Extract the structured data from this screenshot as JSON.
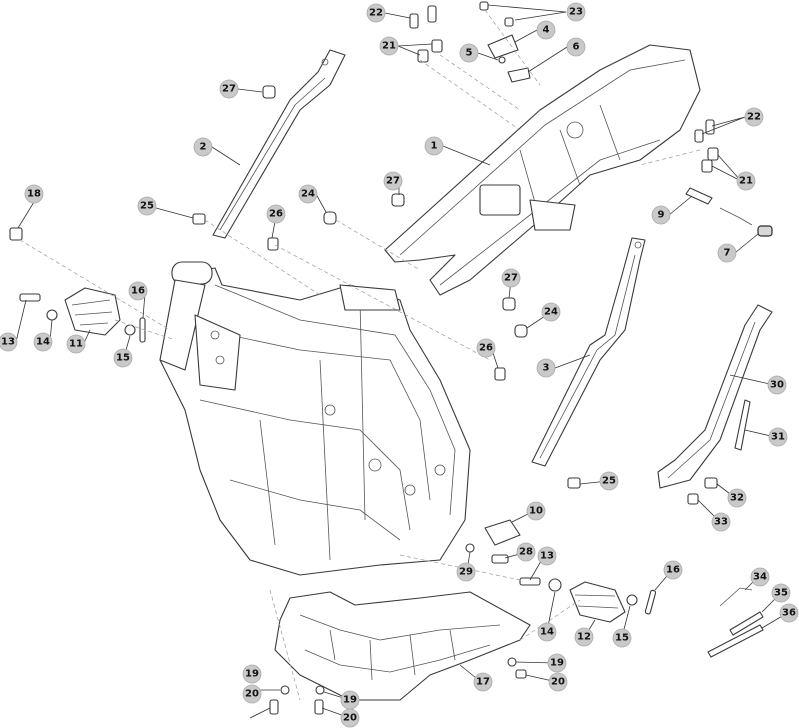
{
  "callouts": [
    {
      "label": "22"
    },
    {
      "label": "23"
    },
    {
      "label": "4"
    },
    {
      "label": "21"
    },
    {
      "label": "5"
    },
    {
      "label": "6"
    },
    {
      "label": "27"
    },
    {
      "label": "2"
    },
    {
      "label": "1"
    },
    {
      "label": "22"
    },
    {
      "label": "21"
    },
    {
      "label": "27"
    },
    {
      "label": "24"
    },
    {
      "label": "9"
    },
    {
      "label": "18"
    },
    {
      "label": "25"
    },
    {
      "label": "26"
    },
    {
      "label": "7"
    },
    {
      "label": "16"
    },
    {
      "label": "27"
    },
    {
      "label": "13"
    },
    {
      "label": "14"
    },
    {
      "label": "11"
    },
    {
      "label": "15"
    },
    {
      "label": "24"
    },
    {
      "label": "26"
    },
    {
      "label": "3"
    },
    {
      "label": "30"
    },
    {
      "label": "31"
    },
    {
      "label": "25"
    },
    {
      "label": "32"
    },
    {
      "label": "10"
    },
    {
      "label": "33"
    },
    {
      "label": "28"
    },
    {
      "label": "13"
    },
    {
      "label": "29"
    },
    {
      "label": "16"
    },
    {
      "label": "34"
    },
    {
      "label": "35"
    },
    {
      "label": "14"
    },
    {
      "label": "12"
    },
    {
      "label": "15"
    },
    {
      "label": "36"
    },
    {
      "label": "19"
    },
    {
      "label": "17"
    },
    {
      "label": "20"
    },
    {
      "label": "19"
    },
    {
      "label": "19"
    },
    {
      "label": "20"
    },
    {
      "label": "20"
    }
  ]
}
